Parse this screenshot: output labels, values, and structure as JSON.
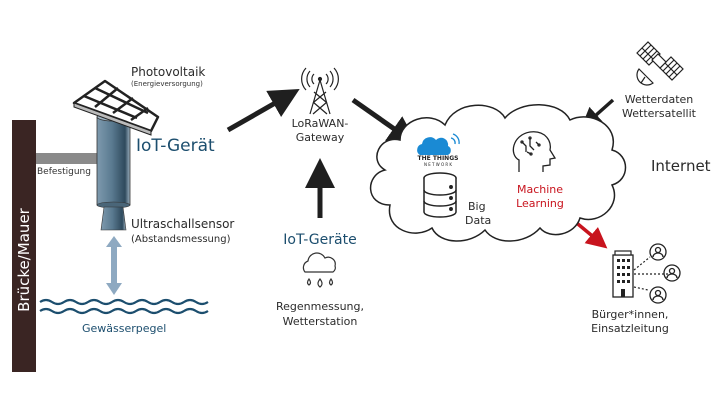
{
  "colors": {
    "wall": "#3a2523",
    "bracket": "#8a8a8a",
    "device_body": "#5d7d93",
    "device_dark": "#2f4a5d",
    "water": "#1c4e6e",
    "measure_arrow": "#8ea9c1",
    "accent_blue": "#1c4e6e",
    "accent_red": "#c8141e",
    "ttn_blue": "#1a8ad4",
    "arrow": "#1f1f1f"
  },
  "wall": {
    "label": "Brücke/Mauer"
  },
  "bracket": {
    "label": "Befestigung"
  },
  "solar": {
    "title": "Photovoltaik",
    "subtitle": "(Energieversorgung)"
  },
  "iot_device": {
    "label": "IoT-Gerät"
  },
  "sensor": {
    "title": "Ultraschallsensor",
    "subtitle": "(Abstandsmessung)"
  },
  "water": {
    "label": "Gewässerpegel"
  },
  "gateway": {
    "line1": "LoRaWAN-",
    "line2": "Gateway",
    "icon": "antenna-tower-icon"
  },
  "iot_devices": {
    "label": "IoT-Geräte",
    "line1": "Regenmessung,",
    "line2": "Wetterstation",
    "icon": "rain-cloud-icon"
  },
  "cloud": {
    "label": "Internet",
    "ttn": {
      "line1": "THE THINGS",
      "line2": "N E T W O R K"
    },
    "bigdata": {
      "line1": "Big",
      "line2": "Data",
      "icon": "database-icon"
    },
    "ml": {
      "line1": "Machine",
      "line2": "Learning",
      "icon": "brain-head-icon"
    }
  },
  "satellite": {
    "line1": "Wetterdaten",
    "line2": "Wettersatellit",
    "icon": "satellite-icon"
  },
  "citizens": {
    "line1": "Bürger*innen,",
    "line2": "Einsatzleitung",
    "icon": "building-users-icon"
  }
}
